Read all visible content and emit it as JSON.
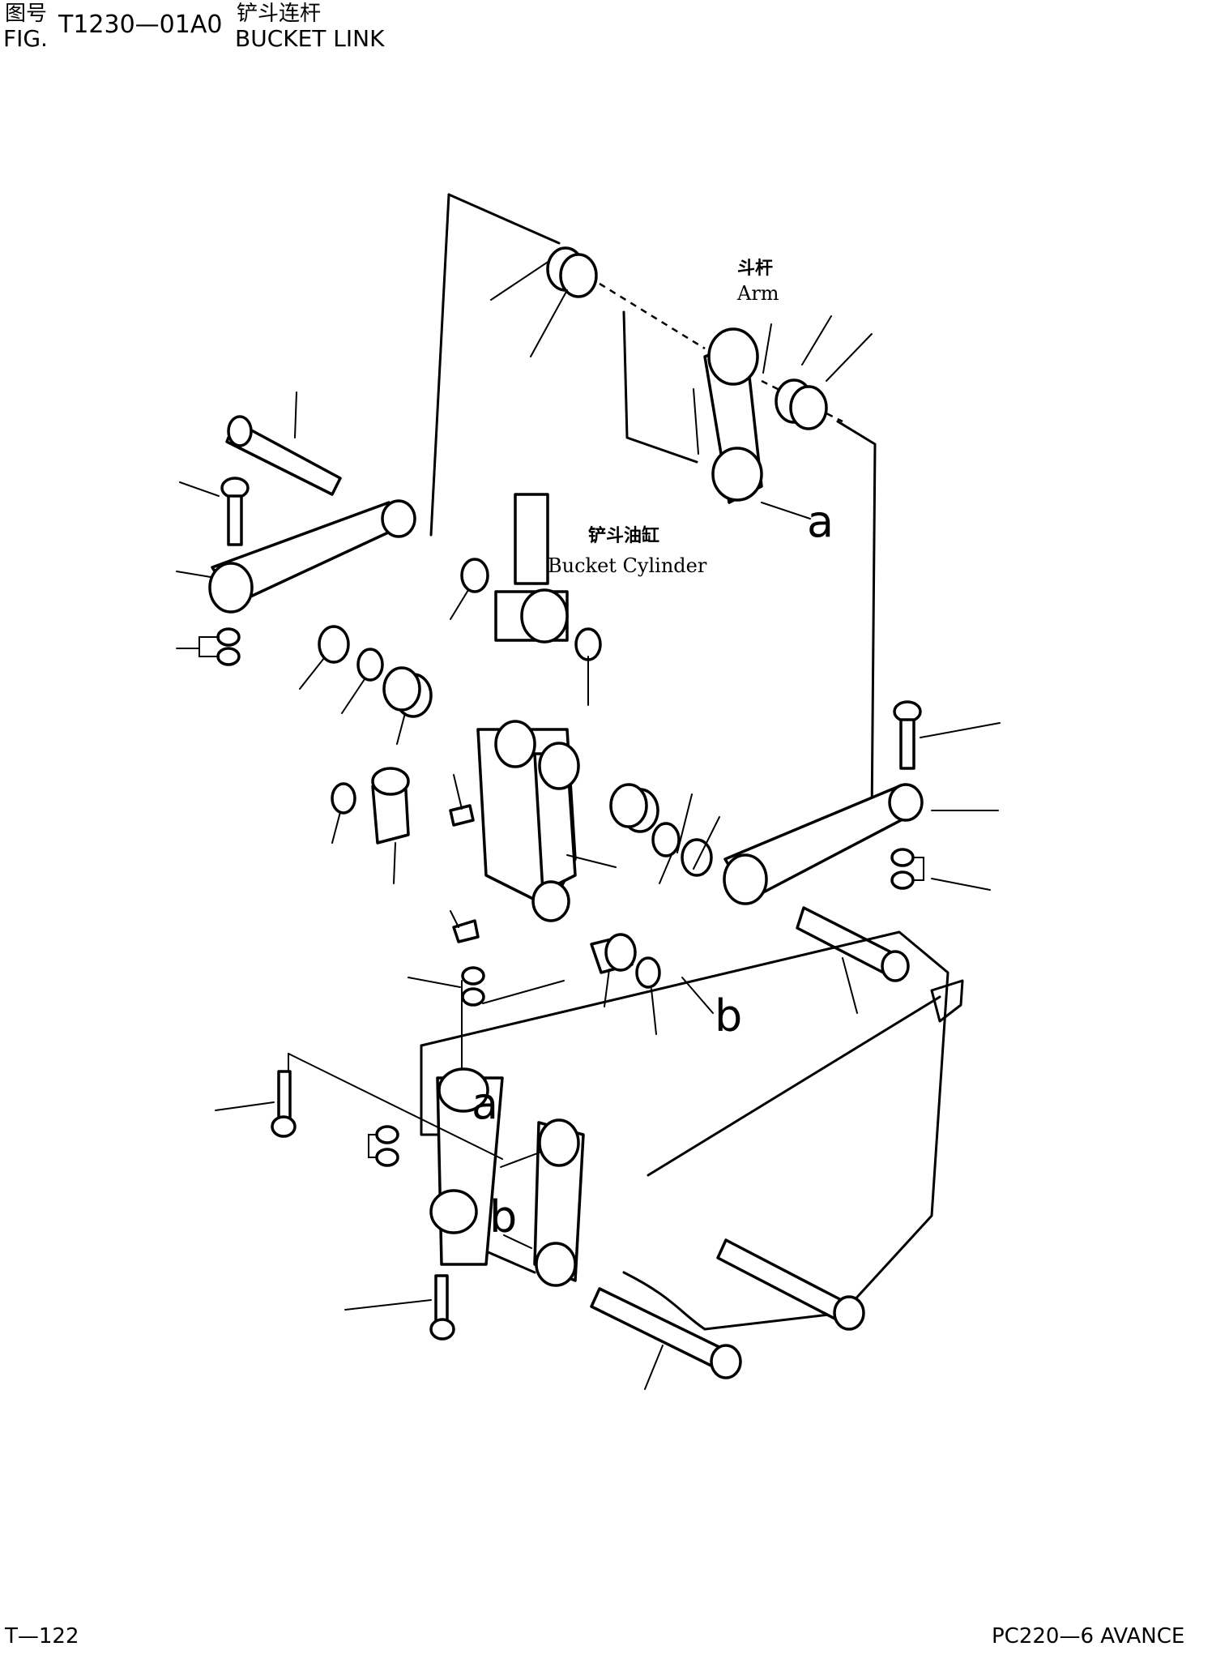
{
  "header": {
    "fig_label_cn": "图号",
    "fig_label_en": "FIG.",
    "fig_code": "T1230—01A0",
    "title_cn": "铲斗连杆",
    "title_en": "BUCKET LINK"
  },
  "labels": {
    "arm_cn": "斗杆",
    "arm_en": "Arm",
    "cylinder_cn": "铲斗油缸",
    "cylinder_en": "Bucket Cylinder",
    "ref_a": "a",
    "ref_b": "b"
  },
  "footer": {
    "page": "T—122",
    "model": "PC220—6 AVANCE"
  }
}
